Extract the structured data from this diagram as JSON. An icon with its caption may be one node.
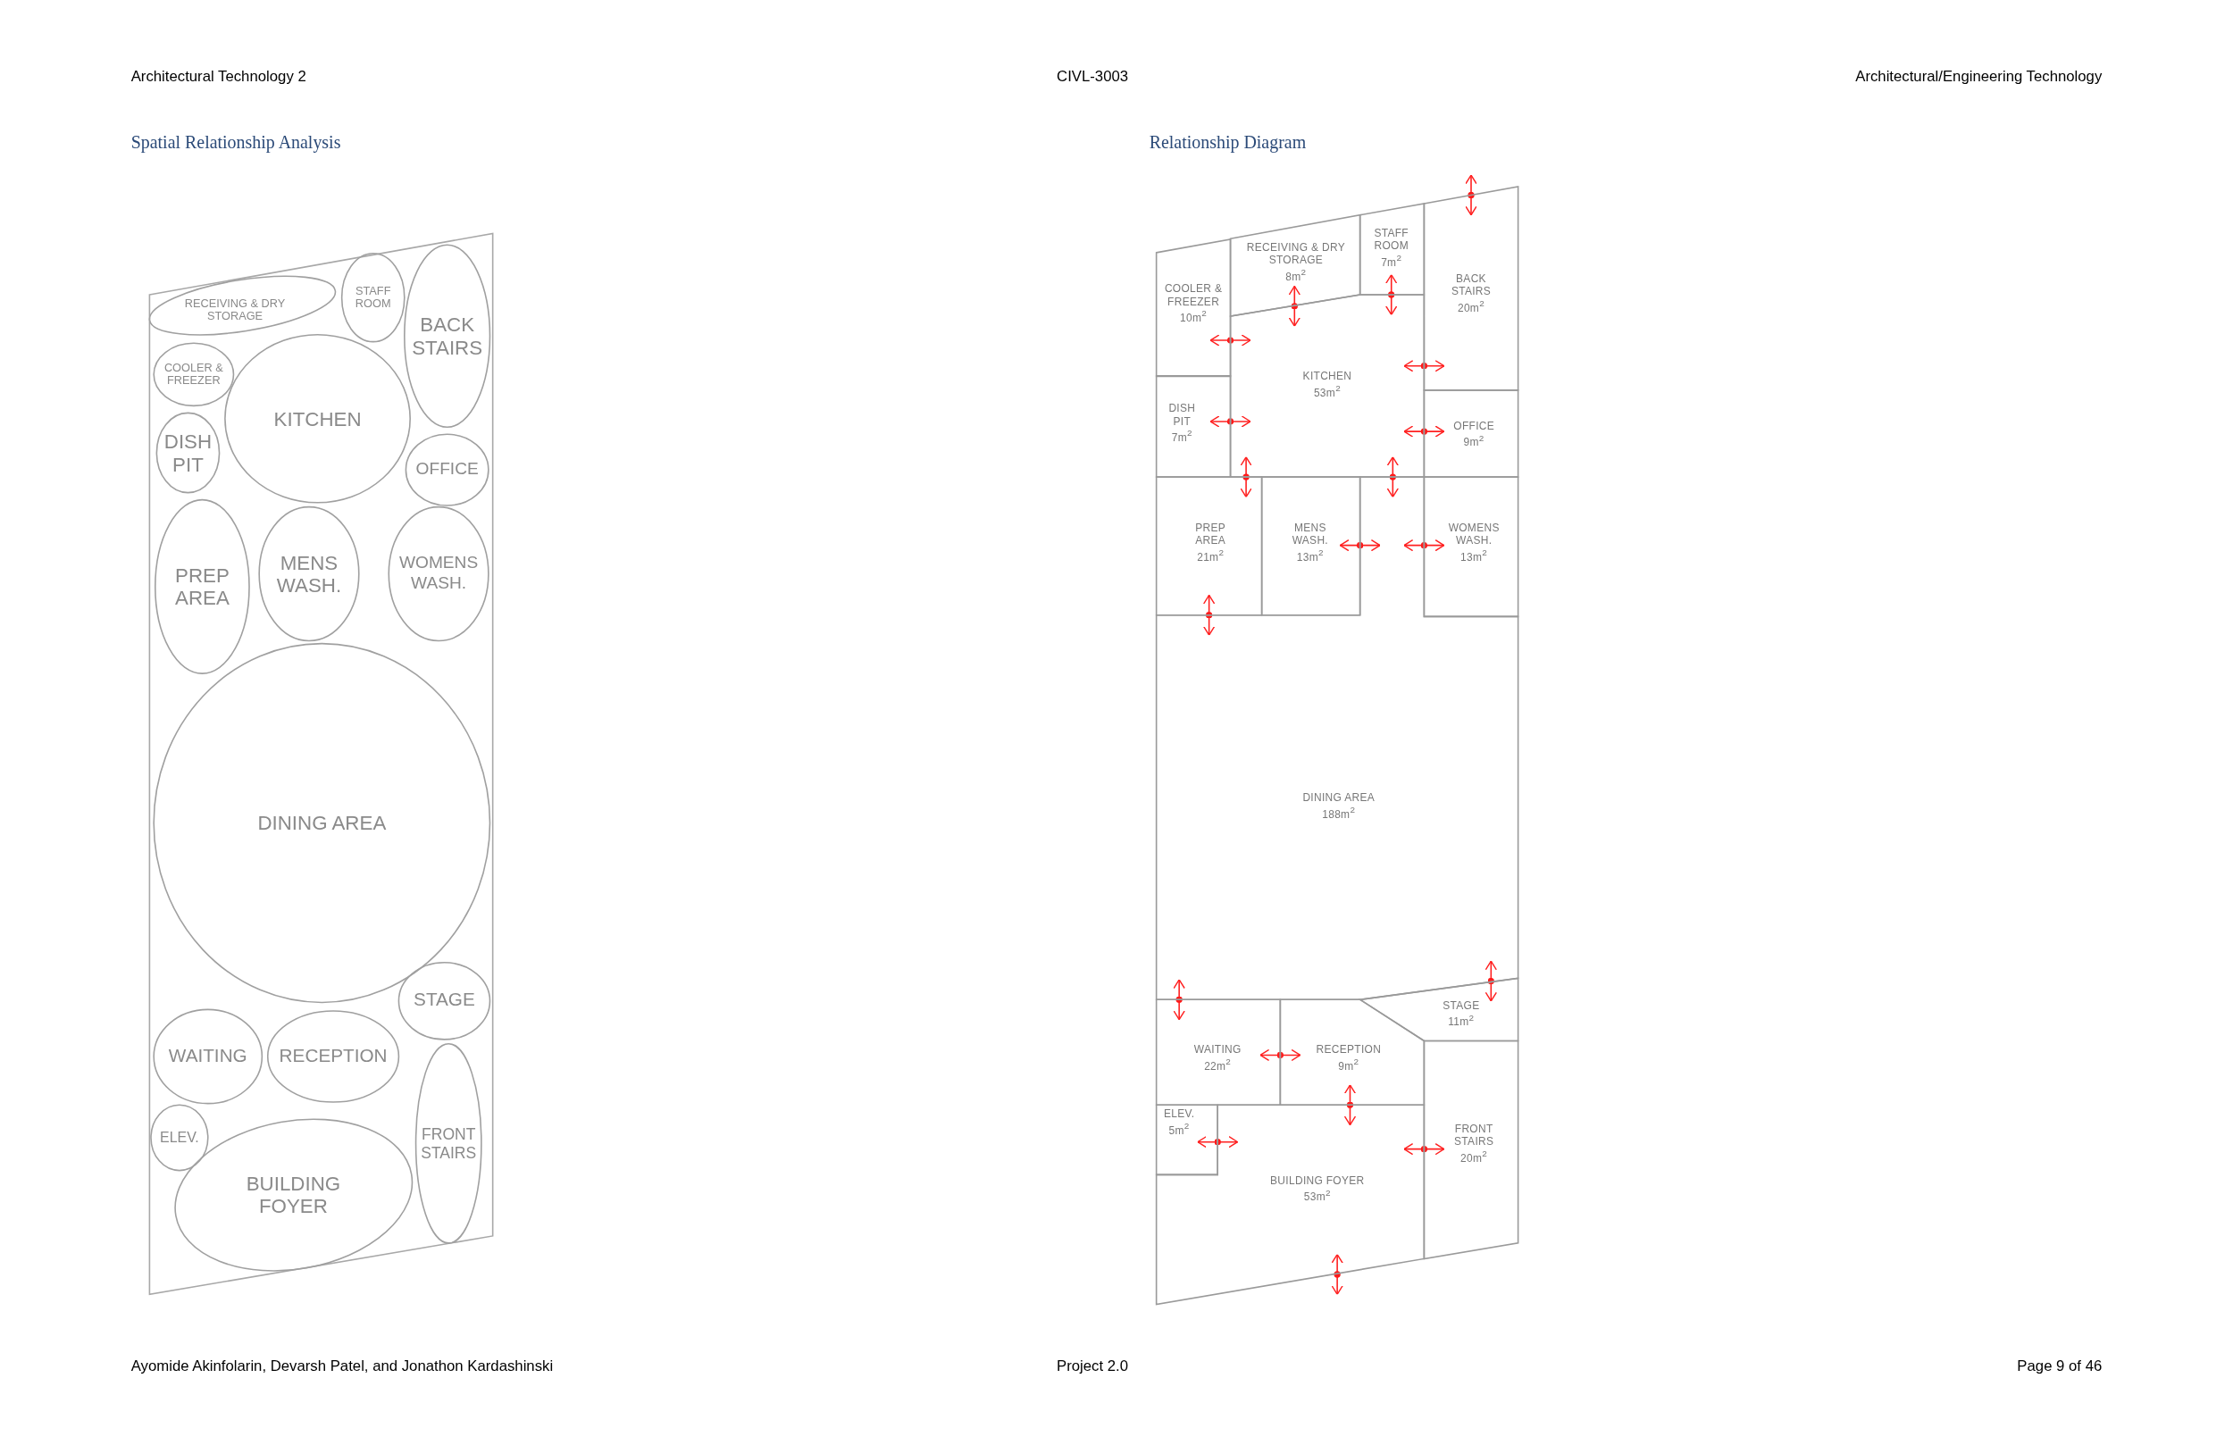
{
  "diagram": {
    "nodes": [
      {
        "text": [
          "RECEIVING & DRY STORAGE"
        ]
      },
      {
        "text": [
          "STAFF ROOM"
        ]
      },
      {
        "text": [
          "BACK STAIRS"
        ]
      },
      {
        "text": [
          "COOLER & FREEZER"
        ]
      },
      {
        "text": [
          "KITCHEN"
        ]
      },
      {
        "text": [
          "DISH PIT"
        ]
      },
      {
        "text": [
          "OFFICE"
        ]
      },
      {
        "text": [
          "PREP AREA"
        ]
      },
      {
        "text": [
          "MENS WASH."
        ]
      },
      {
        "text": [
          "WOMENS WASH."
        ]
      },
      {
        "text": [
          "DINING AREA"
        ]
      },
      {
        "text": [
          "STAGE"
        ]
      },
      {
        "text": [
          "WAITING"
        ]
      },
      {
        "text": [
          "RECEPTION"
        ]
      },
      {
        "text": [
          "ELEV."
        ]
      },
      {
        "text": [
          "FRONT STAIRS"
        ]
      },
      {
        "text": [
          "BUILDING FOYER"
        ]
      },
      {
        "text": [
          "RECEIVING & DRY STORAGE",
          "8m$^{2}$"
        ]
      },
      {
        "text": [
          "STAFF ROOM",
          "7m$^{2}$"
        ]
      },
      {
        "text": [
          "BACK STAIRS",
          "20m$^{2}$"
        ]
      },
      {
        "text": [
          "COOLER & FREEZER",
          "10m$^{2}$"
        ]
      },
      {
        "text": [
          "KITCHEN",
          "53m$^{2}$"
        ]
      },
      {
        "text": [
          "DISH PIT",
          "7m$^{2}$"
        ]
      },
      {
        "text": [
          "OFFICE",
          "9m$^{2}$"
        ]
      },
      {
        "text": [
          "PREP AREA",
          "21m$^{2}$"
        ]
      },
      {
        "text": [
          "MENS WASH.",
          "13m$^{2}$"
        ]
      },
      {
        "text": [
          "WOMENS WASH.",
          "13m$^{2}$"
        ]
      },
      {
        "text": [
          "DINING AREA",
          "188m$^{2}$"
        ]
      },
      {
        "text": [
          "STAGE",
          "11m$^{2}$"
        ]
      },
      {
        "text": [
          "WAITING",
          "22m$^{2}$"
        ]
      },
      {
        "text": [
          "RECEPTION",
          "9m$^{2}$"
        ]
      },
      {
        "text": [
          "ELEV.",
          "5m$^{2}$"
        ]
      },
      {
        "text": [
          "FRONT STAIRS",
          "20m$^{2}$"
        ]
      },
      {
        "text": [
          "BUILDING FOYER",
          "53m$^{2}$"
        ]
      }
    ],
    "edges": [
      {
        "from": null,
        "to": 19,
        "arrow": "both"
      },
      {
        "from": 17,
        "to": 21,
        "arrow": "both"
      },
      {
        "from": 18,
        "to": 21,
        "arrow": "both"
      },
      {
        "from": 20,
        "to": 21,
        "arrow": "both"
      },
      {
        "from": 21,
        "to": 19,
        "arrow": "both"
      },
      {
        "from": 22,
        "to": 21,
        "arrow": "both"
      },
      {
        "from": 21,
        "to": 23,
        "arrow": "both"
      },
      {
        "from": 21,
        "to": 24,
        "arrow": "both"
      },
      {
        "from": 21,
        "to": 27,
        "arrow": "both"
      },
      {
        "from": 25,
        "to": 27,
        "arrow": "both"
      },
      {
        "from": 27,
        "to": 26,
        "arrow": "both"
      },
      {
        "from": 24,
        "to": 27,
        "arrow": "both"
      },
      {
        "from": 27,
        "to": 29,
        "arrow": "both"
      },
      {
        "from": 27,
        "to": 28,
        "arrow": "both"
      },
      {
        "from": 29,
        "to": 30,
        "arrow": "both"
      },
      {
        "from": 30,
        "to": 33,
        "arrow": "both"
      },
      {
        "from": 31,
        "to": 33,
        "arrow": "both"
      },
      {
        "from": 33,
        "to": 32,
        "arrow": "both"
      },
      {
        "from": 33,
        "to": null,
        "arrow": "both"
      }
    ],
    "labels": [
      "Architectural Technology 2",
      "CIVL-3003",
      "Architectural/Engineering Technology",
      "Spatial Relationship Analysis",
      "Relationship Diagram",
      "Ayomide Akinfolarin, Devarsh Patel, and Jonathon Kardashinski",
      "Project 2.0",
      "Page 9 of 46"
    ]
  }
}
